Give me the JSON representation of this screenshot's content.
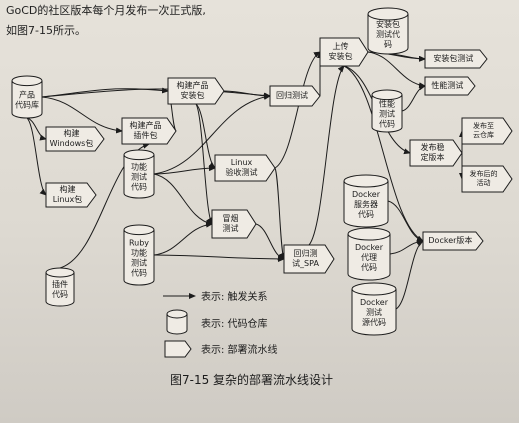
{
  "intro": {
    "line1": "GoCD的社区版本每个月发布一次正式版,",
    "line2": "如图7-15所示。"
  },
  "nodes": {
    "product_repo": [
      "产品",
      "代码库"
    ],
    "build_windows": [
      "构建",
      "Windows包"
    ],
    "build_linux": [
      "构建",
      "Linux包"
    ],
    "build_plugin_pkg": [
      "构建产品",
      "插件包"
    ],
    "build_installer": [
      "构建产品",
      "安装包"
    ],
    "func_test_code": [
      "功能",
      "测试",
      "代码"
    ],
    "ruby_func_test": [
      "Ruby",
      "功能",
      "测试",
      "代码"
    ],
    "plugin_code": [
      "插件",
      "代码"
    ],
    "linux_accept": [
      "Linux",
      "验收测试"
    ],
    "smoke_test": [
      "冒烟",
      "测试"
    ],
    "regression": [
      "回归测试"
    ],
    "regression_spa": [
      "回归测",
      "试_SPA"
    ],
    "upload_pkg": [
      "上传",
      "安装包"
    ],
    "installer_test_code": [
      "安装包",
      "测试代",
      "码"
    ],
    "installer_test": [
      "安装包测试"
    ],
    "perf_test": [
      "性能测试"
    ],
    "perf_test_code": [
      "性能",
      "测试",
      "代码"
    ],
    "release_stable": [
      "发布稳",
      "定版本"
    ],
    "publish_cloud": [
      "发布至",
      "云仓库"
    ],
    "publish_activity": [
      "发布后的",
      "活动"
    ],
    "docker_server": [
      "Docker",
      "服务器",
      "代码"
    ],
    "docker_agent": [
      "Docker",
      "代理",
      "代码"
    ],
    "docker_test": [
      "Docker",
      "测试",
      "源代码"
    ],
    "docker_version": [
      "Docker版本"
    ]
  },
  "legend": {
    "trigger": "表示: 触发关系",
    "repo": "表示: 代码仓库",
    "pipeline": "表示: 部署流水线"
  },
  "caption": "图7-15   复杂的部署流水线设计",
  "colors": {
    "ink": "#1c1c1c",
    "paper": "#e2ded6"
  }
}
